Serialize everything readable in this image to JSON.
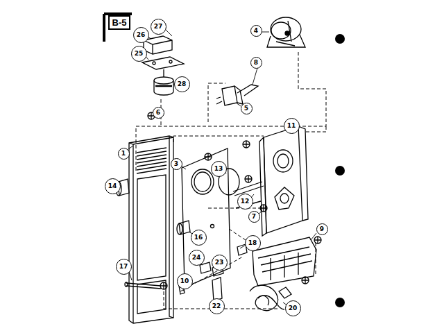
{
  "diagram": {
    "labels": [
      "B-5",
      "27",
      "26",
      "25",
      "28",
      "6",
      "4",
      "8",
      "5",
      "11",
      "1",
      "3",
      "13",
      "14",
      "16",
      "12",
      "7",
      "9",
      "18",
      "10",
      "17",
      "24",
      "23",
      "22",
      "20"
    ]
  }
}
